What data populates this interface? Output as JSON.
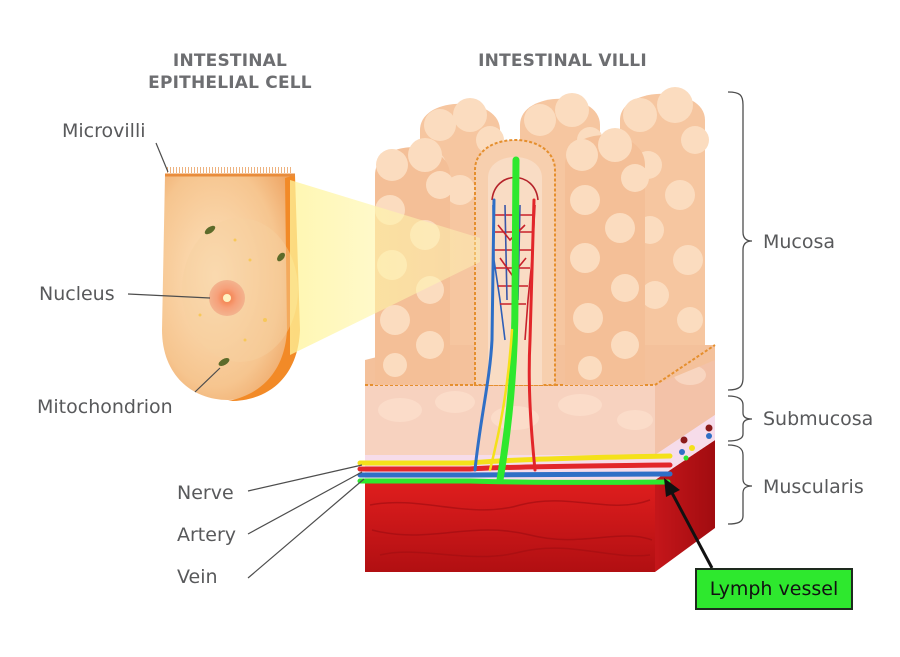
{
  "headings": {
    "cell": "INTESTINAL\nEPITHELIAL CELL",
    "villi": "INTESTINAL VILLI"
  },
  "labels": {
    "microvilli": "Microvilli",
    "nucleus": "Nucleus",
    "mitochondrion": "Mitochondrion",
    "nerve": "Nerve",
    "artery": "Artery",
    "vein": "Vein",
    "mucosa": "Mucosa",
    "submucosa": "Submucosa",
    "muscularis": "Muscularis",
    "lymph_vessel": "Lymph vessel"
  },
  "colors": {
    "villus_fill": "#f6c8a2",
    "villus_bump": "#fbdcbf",
    "muscle": "#d11a1a",
    "nerve": "#f4e11a",
    "artery": "#e2262a",
    "vein": "#2f6fc6",
    "lymph": "#2ee82e",
    "label_box": "#2ee82e"
  }
}
